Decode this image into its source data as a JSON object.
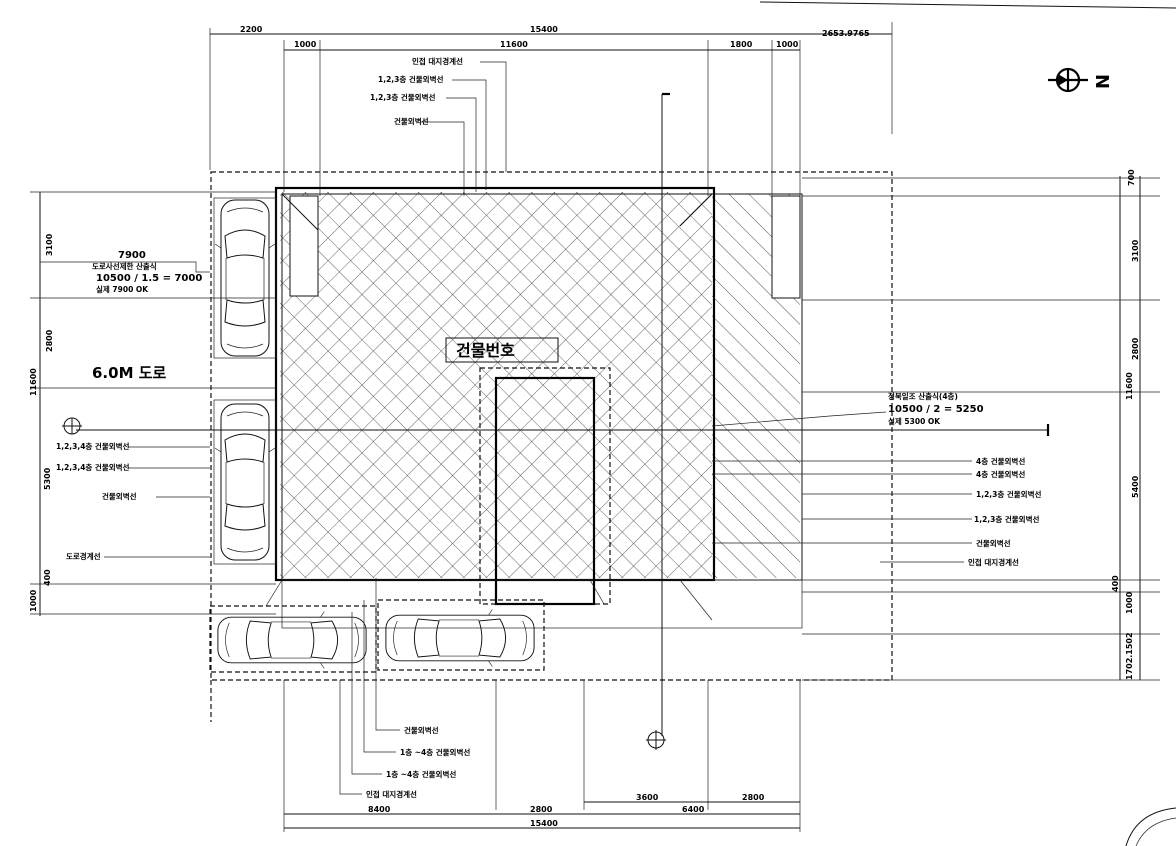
{
  "dims": {
    "top_left": "2200",
    "top_total": "15400",
    "top_right": "2653.9765",
    "top_a": "1000",
    "top_b": "11600",
    "top_c": "1800",
    "top_d": "1000",
    "right_a": "700",
    "right_b": "3100",
    "right_c": "2800",
    "right_total": "11600",
    "right_d": "5400",
    "right_e": "400",
    "right_f": "1000",
    "right_g": "1702.1502",
    "left_a": "3100",
    "left_b": "2800",
    "left_total": "11600",
    "left_c": "5300",
    "left_d": "400",
    "left_e": "1000",
    "bot_a": "3600",
    "bot_b": "2800",
    "bot_c": "2800",
    "bot_d": "8400",
    "bot_e": "6400",
    "bot_total": "15400"
  },
  "calc_left": {
    "width": "7900",
    "line1": "도로사선제한 산출식",
    "line2": "10500 / 1.5 = 7000",
    "line3": "실제 7900 OK"
  },
  "calc_right": {
    "line1": "정북일조 산출식(4층)",
    "line2": "10500 / 2 = 5250",
    "line3": "실제 5300 OK"
  },
  "road_label": "6.0M 도로",
  "building_label": "건물번호",
  "north_label": "N",
  "labels": {
    "top1": "인접 대지경계선",
    "top2": "1,2,3층 건물외벽선",
    "top3": "1,2,3층 건물외벽선",
    "top4": "건물외벽선",
    "left1": "1,2,3,4층 건물외벽선",
    "left2": "1,2,3,4층 건물외벽선",
    "left3": "건물외벽선",
    "left4": "도로경계선",
    "right1": "4층 건물외벽선",
    "right2": "4층 건물외벽선",
    "right3": "1,2,3층 건물외벽선",
    "right4": "1,2,3층 건물외벽선",
    "right5": "건물외벽선",
    "right6": "인접 대지경계선",
    "bot1": "건물외벽선",
    "bot2": "1층 ~4층 건물외벽선",
    "bot3": "1층 ~4층 건물외벽선",
    "bot4": "인접 대지경계선"
  },
  "icons": [
    "north-arrow-icon",
    "car-icon",
    "section-marker-icon"
  ]
}
